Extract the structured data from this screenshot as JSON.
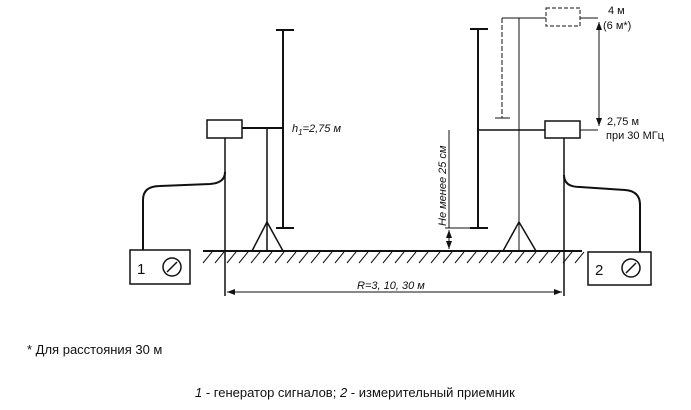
{
  "diagram": {
    "device1": "1",
    "device2": "2",
    "h1_label_main": "h",
    "h1_label_sub": "1",
    "h1_label_value": "=2,75 м",
    "clearance_label": "Не менее 25 см",
    "distance_label": "R=3, 10, 30 м",
    "height_top_label": "4 м",
    "height_top_alt_label": "(6 м*)",
    "height_bottom_label": "2,75 м",
    "height_bottom_freq_label": "при 30 МГц"
  },
  "footnote": "* Для расстояния 30 м",
  "legend": {
    "num1": "1",
    "text1": " - генератор сигналов; ",
    "num2": "2",
    "text2": " - измерительный приемник"
  }
}
